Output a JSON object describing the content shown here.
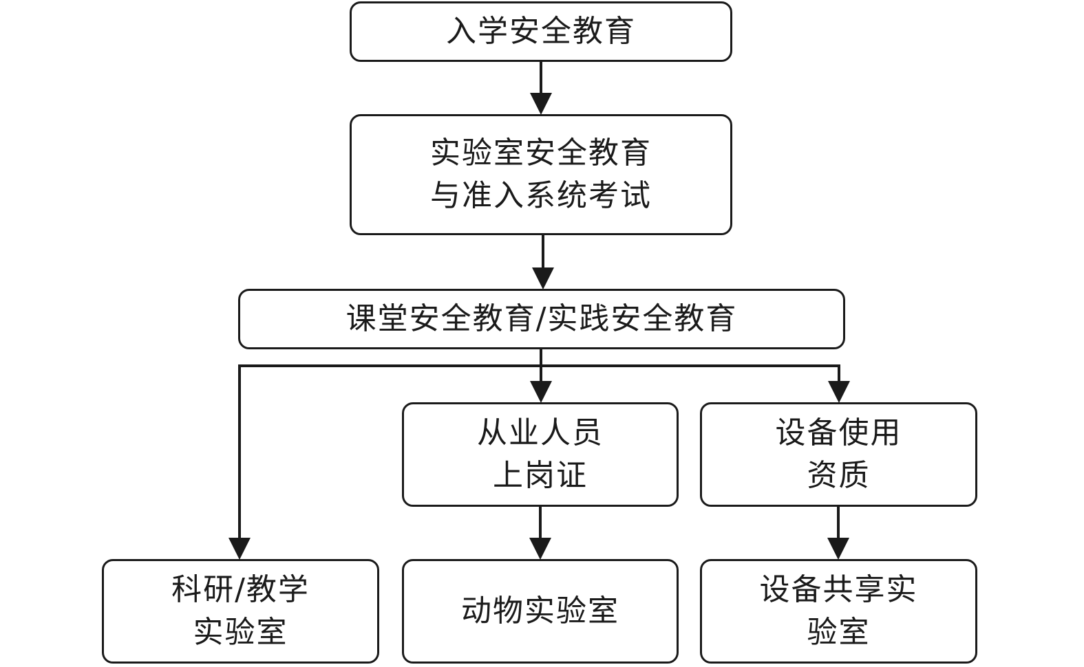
{
  "nodes": {
    "enrollment": {
      "lines": [
        "入学安全教育"
      ]
    },
    "lab_exam": {
      "lines": [
        "实验室安全教育",
        "与准入系统考试"
      ]
    },
    "course": {
      "lines": [
        "课堂安全教育/实践安全教育"
      ]
    },
    "staff_cert": {
      "lines": [
        "从业人员",
        "上岗证"
      ]
    },
    "equipment_qual": {
      "lines": [
        "设备使用",
        "资质"
      ]
    },
    "research_lab": {
      "lines": [
        "科研/教学",
        "实验室"
      ]
    },
    "animal_lab": {
      "lines": [
        "动物实验室"
      ]
    },
    "shared_lab": {
      "lines": [
        "设备共享实",
        "验室"
      ]
    }
  },
  "edges": [
    {
      "from": "入学安全教育",
      "to": "实验室安全教育与准入系统考试"
    },
    {
      "from": "实验室安全教育与准入系统考试",
      "to": "课堂安全教育/实践安全教育"
    },
    {
      "from": "课堂安全教育/实践安全教育",
      "to": "科研/教学实验室"
    },
    {
      "from": "课堂安全教育/实践安全教育",
      "to": "从业人员上岗证"
    },
    {
      "from": "课堂安全教育/实践安全教育",
      "to": "设备使用资质"
    },
    {
      "from": "从业人员上岗证",
      "to": "动物实验室"
    },
    {
      "from": "设备使用资质",
      "to": "设备共享实验室"
    }
  ],
  "colors": {
    "stroke": "#1a1a1a",
    "background": "#ffffff"
  }
}
